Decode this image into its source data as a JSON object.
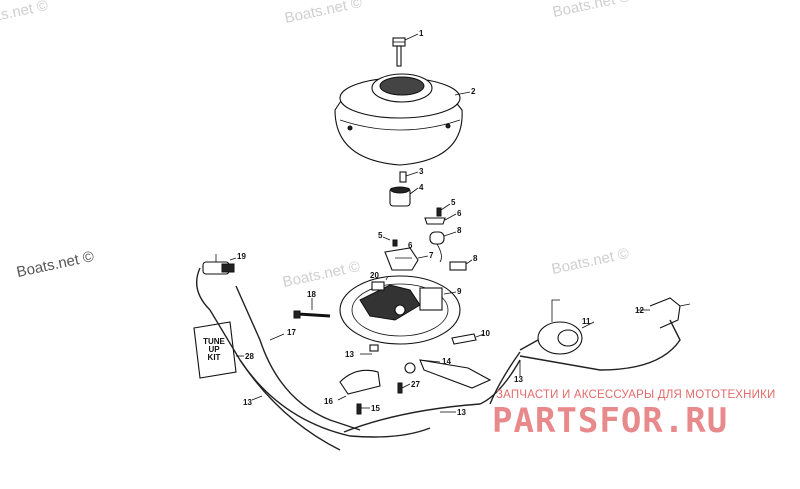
{
  "watermarks": [
    "Boats.net ©",
    "Boats.net ©",
    "Boats.net ©",
    "Boats.net ©",
    "Boats.net ©",
    "Boats.net ©"
  ],
  "callouts": [
    "1",
    "2",
    "3",
    "4",
    "5",
    "6",
    "5",
    "8",
    "6",
    "7",
    "8",
    "20",
    "9",
    "18",
    "19",
    "17",
    "28",
    "10",
    "11",
    "12",
    "14",
    "13",
    "13",
    "13",
    "16",
    "15",
    "27",
    "13"
  ],
  "tuneup_kit": [
    "TUNE",
    "UP",
    "KIT"
  ],
  "shop_caption": "ЗАПЧАСТИ И АКСЕССУАРЫ ДЛЯ МОТОТЕХНИКИ",
  "shop_logo": "PARTSFOR.RU",
  "colors": {
    "ink": "#111111",
    "watermark": "#cfcfcf",
    "shop": "#e8898b"
  }
}
